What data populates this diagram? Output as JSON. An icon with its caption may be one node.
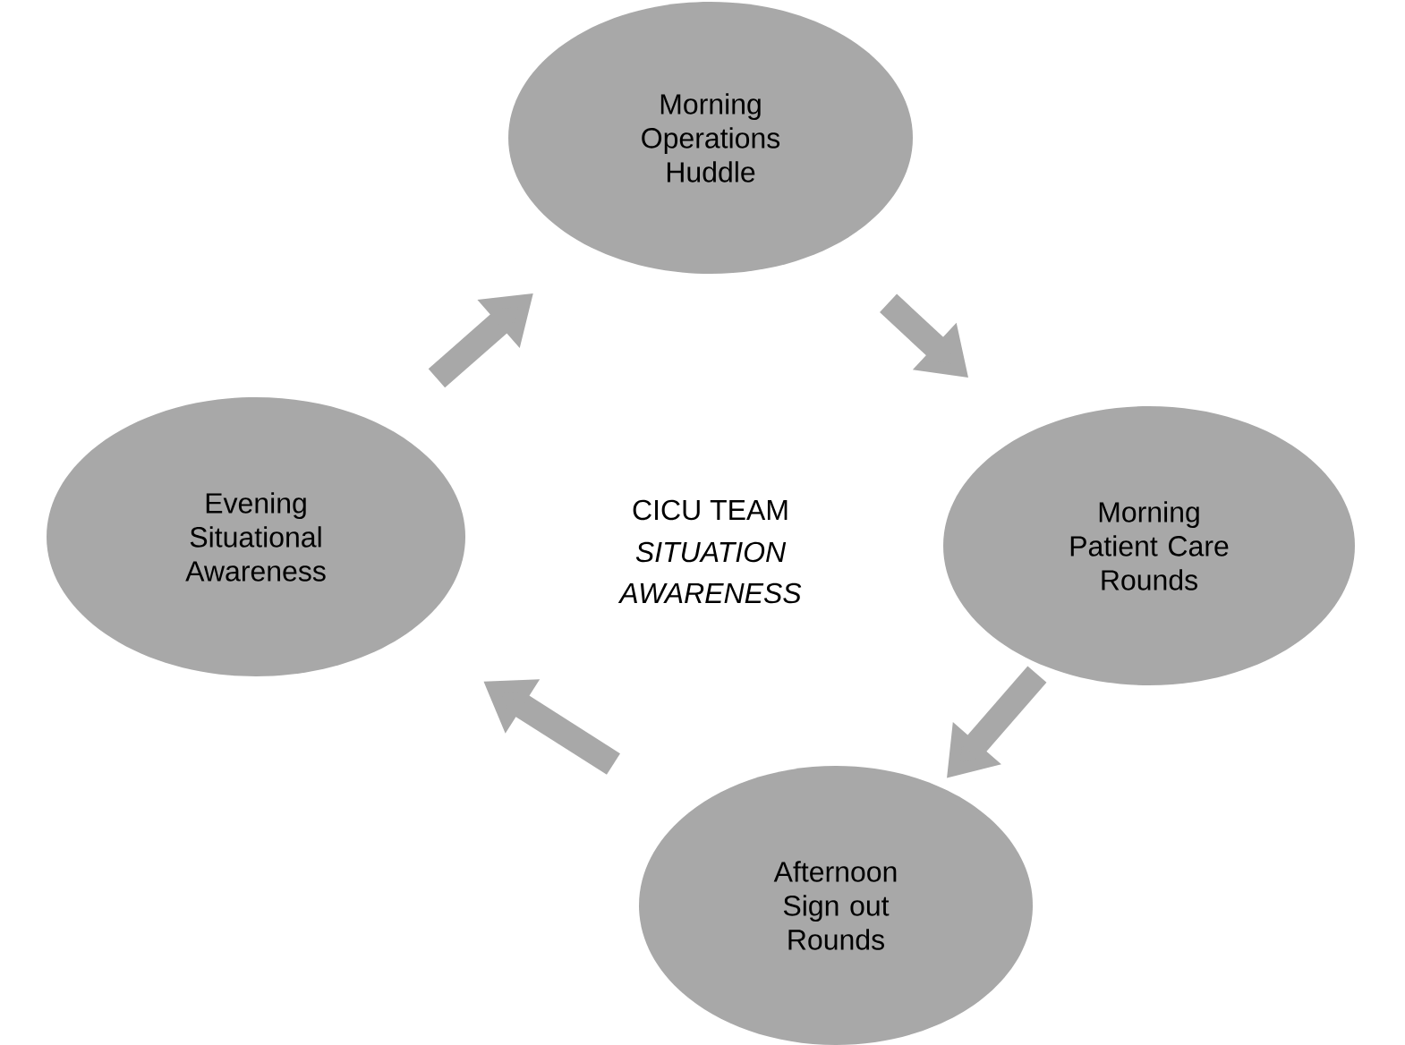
{
  "diagram": {
    "nodes": [
      {
        "text": [
          "Morning Operations Huddle"
        ]
      },
      {
        "text": [
          "Evening Situational Awareness"
        ]
      },
      {
        "text": [
          "Morning Patient Care Rounds"
        ]
      },
      {
        "text": [
          "Afternoon Sign out Rounds"
        ]
      }
    ],
    "edges": [
      {
        "from": 1,
        "to": 0,
        "arrow": "to"
      },
      {
        "from": 0,
        "to": 2,
        "arrow": "to"
      },
      {
        "from": 2,
        "to": 3,
        "arrow": "to"
      },
      {
        "from": 3,
        "to": 1,
        "arrow": "to"
      }
    ],
    "labels": [
      "CICU TEAM",
      "*SITUATION AWARENESS*"
    ]
  }
}
